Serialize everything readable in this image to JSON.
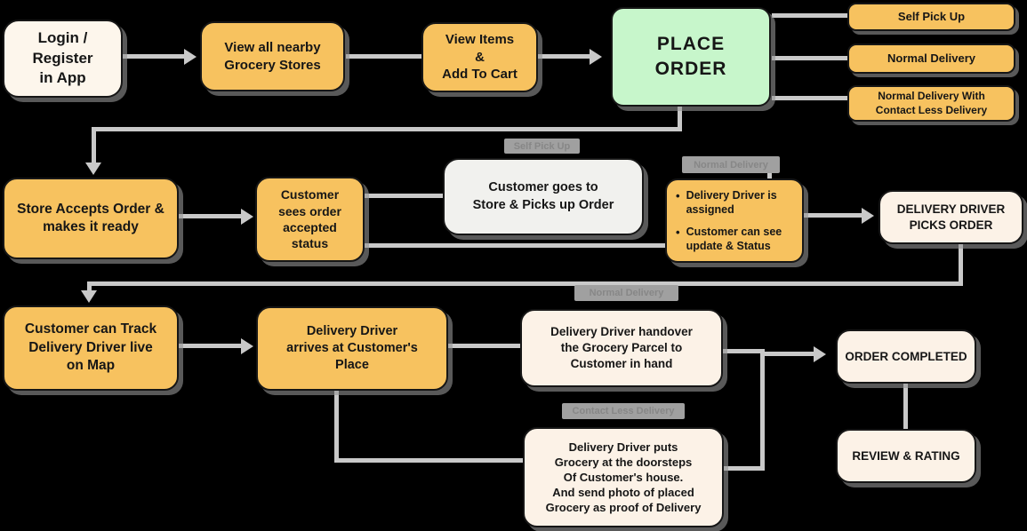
{
  "nodes": {
    "login": {
      "label": "Login /\nRegister\nin App"
    },
    "view_stores": {
      "label": "View all nearby\nGrocery Stores"
    },
    "view_items": {
      "label": "View Items\n&\nAdd To Cart"
    },
    "place_order": {
      "label": "PLACE ORDER"
    },
    "self_pickup": {
      "label": "Self Pick Up"
    },
    "normal_delivery": {
      "label": "Normal Delivery"
    },
    "contactless_delivery": {
      "label": "Normal Delivery With\nContact Less Delivery"
    },
    "store_accepts": {
      "label": "Store Accepts Order &\nmakes it ready"
    },
    "customer_sees": {
      "label": "Customer\nsees order\naccepted\nstatus"
    },
    "customer_goes": {
      "label": "Customer goes to\nStore & Picks up Order"
    },
    "driver_assigned": {
      "item1": "Delivery Driver is\nassigned",
      "item2": "Customer can see\nupdate & Status"
    },
    "driver_picks": {
      "label": "DELIVERY DRIVER\nPICKS ORDER"
    },
    "track": {
      "label": "Customer can Track\nDelivery Driver live\non Map"
    },
    "arrives": {
      "label": "Delivery Driver\narrives at Customer's\nPlace"
    },
    "handover": {
      "label": "Delivery Driver handover\nthe Grocery Parcel to\nCustomer in hand"
    },
    "order_completed": {
      "label": "ORDER COMPLETED"
    },
    "doorstep": {
      "label": "Delivery Driver puts\nGrocery at the doorsteps\nOf Customer's house.\nAnd send photo of placed\nGrocery as proof of Delivery"
    },
    "review": {
      "label": "REVIEW & RATING"
    }
  },
  "connector_labels": {
    "self_pickup": "Self Pick Up",
    "normal_delivery_assigned": "Normal Delivery",
    "normal_delivery_handover": "Normal Delivery",
    "contactless": "Contact Less Delivery"
  },
  "colors": {
    "node_orange": "#F7C25F",
    "node_cream": "#FCF2E7",
    "node_green": "#C7F6CB",
    "node_gray": "#F1F1EE",
    "connector": "#C9C9C9",
    "background": "#000000",
    "border": "#161616"
  }
}
